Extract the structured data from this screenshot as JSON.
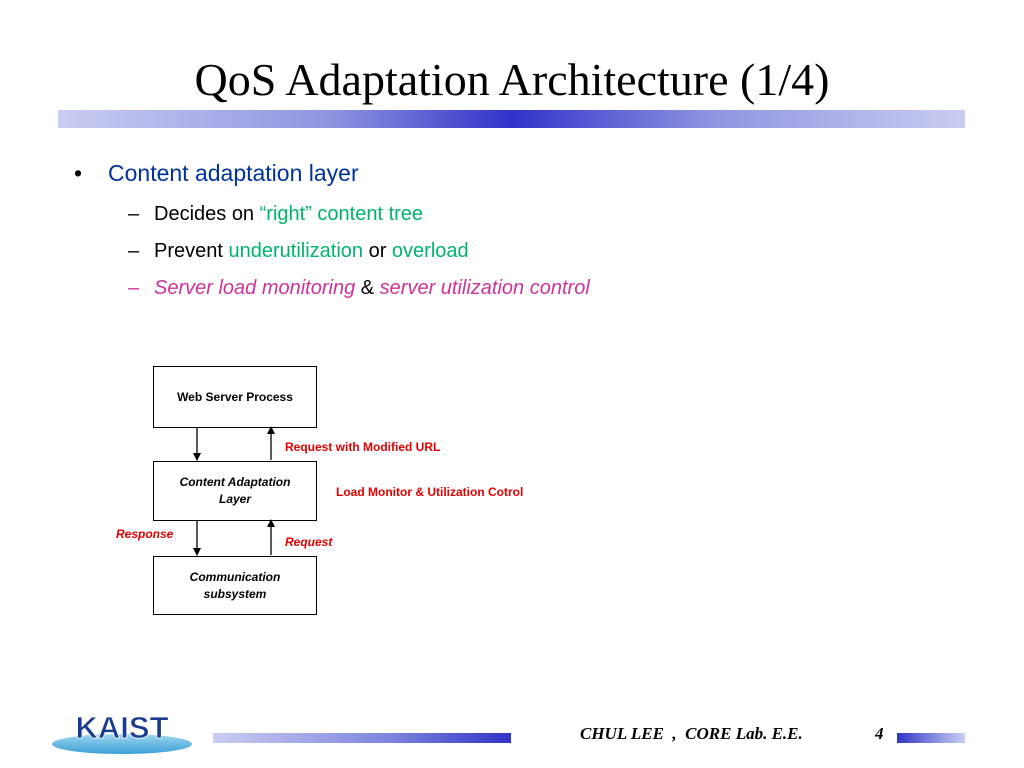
{
  "slide": {
    "title": "QoS Adaptation Architecture (1/4)"
  },
  "bullets": {
    "main": {
      "marker": "•",
      "text": "Content adaptation layer"
    },
    "sub": [
      {
        "dash": "–",
        "pre": "Decides on ",
        "highlight": "“right” content tree"
      },
      {
        "dash": "–",
        "pre": "Prevent ",
        "highlight1": "underutilization",
        "mid": " or ",
        "highlight2": "overload"
      },
      {
        "dash": "–",
        "highlight1": "Server load monitoring",
        "mid": " & ",
        "highlight2": "server utilization control"
      }
    ]
  },
  "diagram": {
    "boxes": {
      "web_server": "Web Server Process",
      "content_adaptation": "Content Adaptation Layer",
      "communication": "Communication subsystem"
    },
    "labels": {
      "request_modified_url": "Request with Modified URL",
      "load_monitor": "Load Monitor & Utilization Cotrol",
      "response": "Response",
      "request": "Request"
    }
  },
  "footer": {
    "logo_text": "KAIST",
    "author": "CHUL LEE  ,  CORE Lab. E.E.",
    "page_number": "4"
  },
  "colors": {
    "heading_blue": "#003399",
    "highlight_green": "#00b36b",
    "highlight_magenta": "#cc3399",
    "label_red": "#e00000",
    "bar_blue": "#2f33c8"
  }
}
